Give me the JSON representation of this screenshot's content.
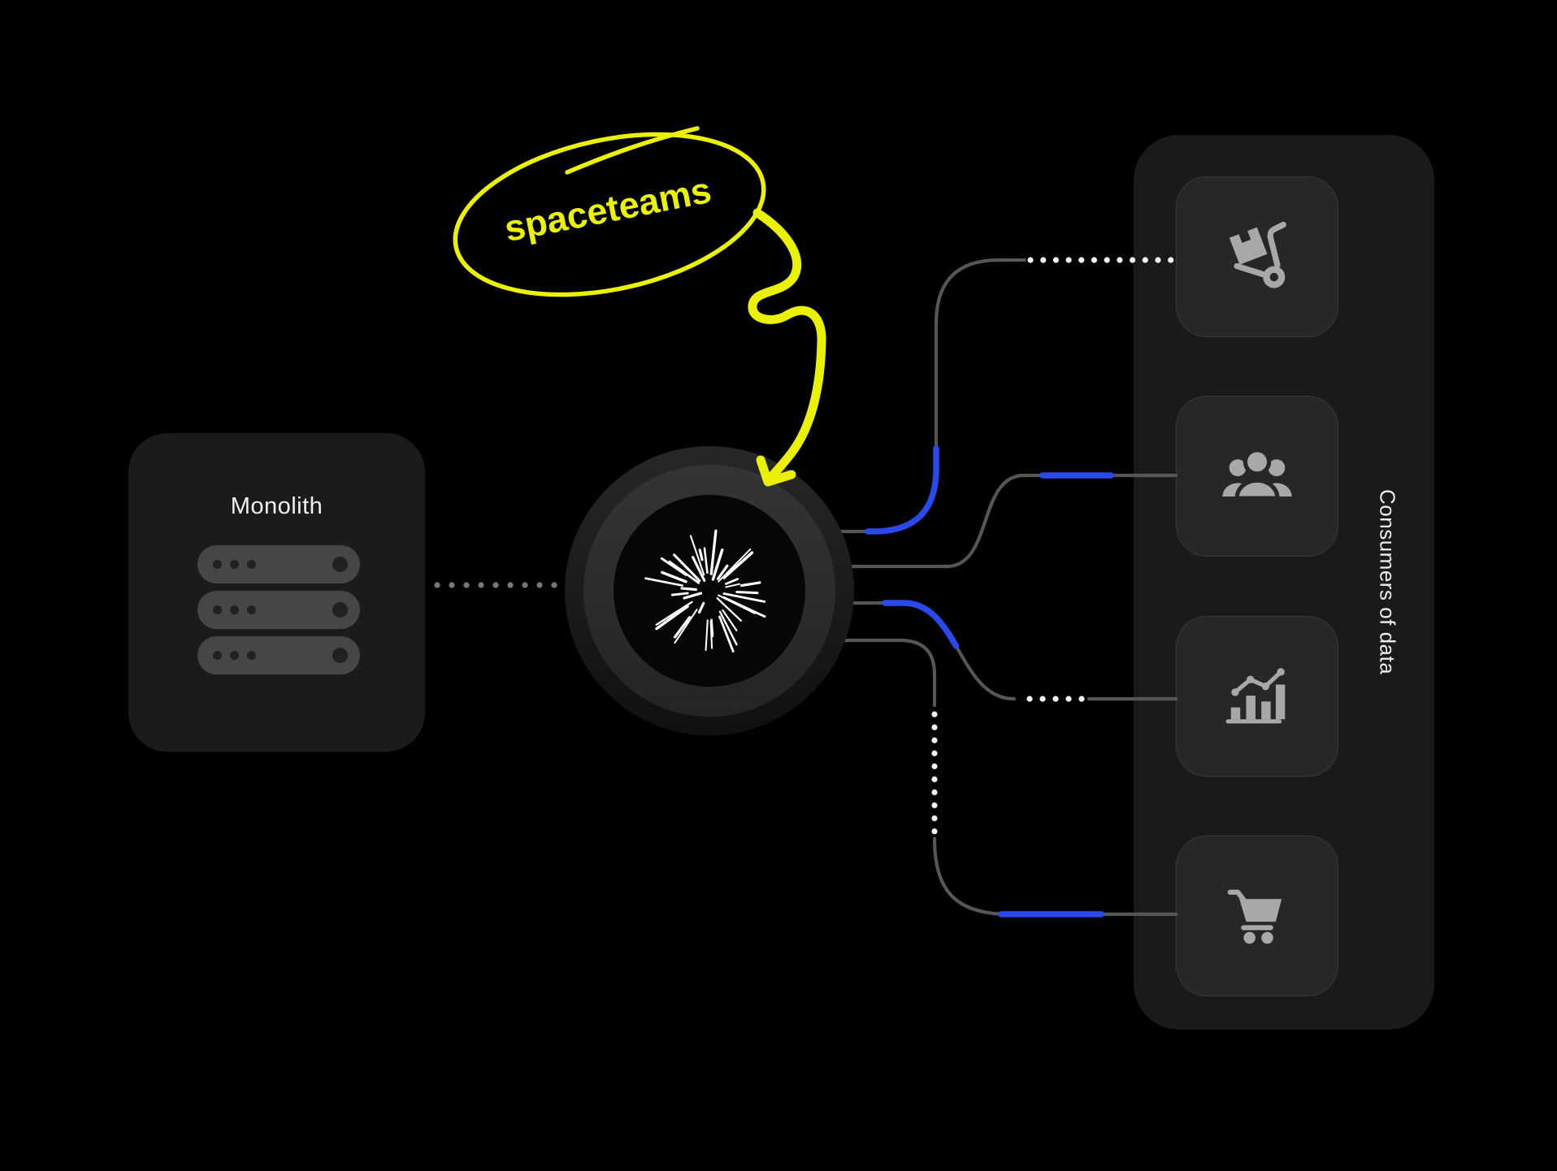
{
  "monolith": {
    "label": "Monolith",
    "icon": "server-stack-icon"
  },
  "hub": {
    "icon": "starburst-icon"
  },
  "annotation": {
    "label": "spaceteams"
  },
  "consumers": {
    "title": "Consumers of data",
    "cards": [
      {
        "icon": "hand-truck-icon"
      },
      {
        "icon": "people-group-icon"
      },
      {
        "icon": "bar-chart-icon"
      },
      {
        "icon": "shopping-cart-icon"
      }
    ]
  },
  "colors": {
    "background": "#000000",
    "accent_yellow": "#eaf104",
    "accent_blue": "#2a49ec",
    "line_gray": "#565656",
    "dot_gray": "#787878",
    "dot_white": "#f4f4f4",
    "icon_gray": "#a8a8a8"
  }
}
